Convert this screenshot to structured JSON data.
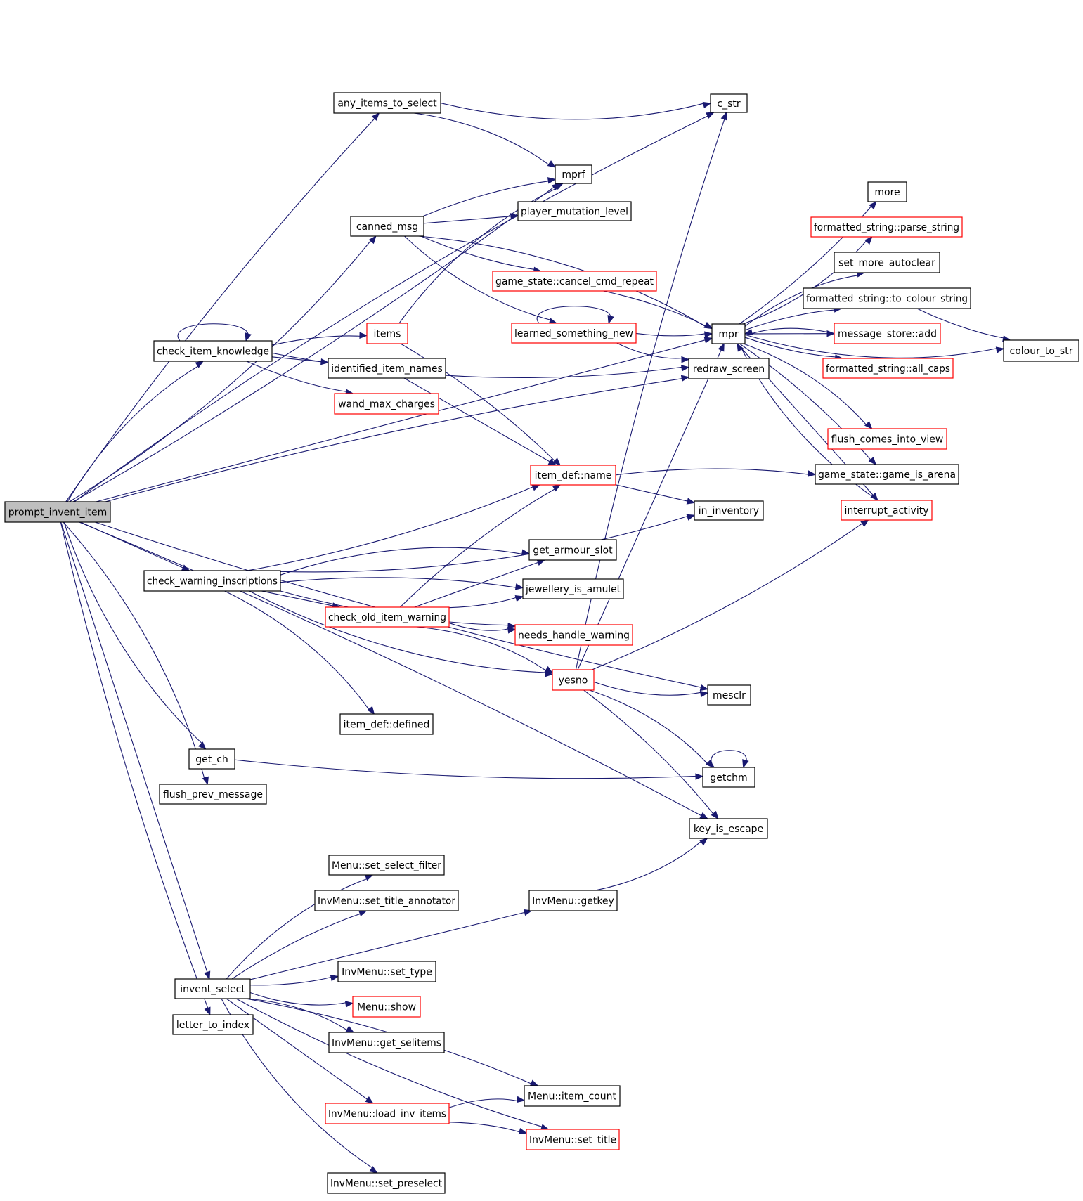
{
  "colors": {
    "edge": "#191970",
    "node_border": "#000000",
    "node_border_truncated": "#ff0000",
    "root_fill": "#bfbfbf",
    "node_fill": "#ffffff"
  },
  "nodes": [
    {
      "id": "prompt_invent_item",
      "label": "prompt_invent_item",
      "style": "root"
    },
    {
      "id": "any_items_to_select",
      "label": "any_items_to_select",
      "style": "normal"
    },
    {
      "id": "c_str",
      "label": "c_str",
      "style": "normal"
    },
    {
      "id": "mprf",
      "label": "mprf",
      "style": "normal"
    },
    {
      "id": "canned_msg",
      "label": "canned_msg",
      "style": "normal"
    },
    {
      "id": "player_mutation_level",
      "label": "player_mutation_level",
      "style": "normal"
    },
    {
      "id": "cancel_cmd_repeat",
      "label": "game_state::cancel_cmd_repeat",
      "style": "truncated"
    },
    {
      "id": "learned_something_new",
      "label": "learned_something_new",
      "style": "truncated"
    },
    {
      "id": "mpr",
      "label": "mpr",
      "style": "normal"
    },
    {
      "id": "redraw_screen",
      "label": "redraw_screen",
      "style": "normal"
    },
    {
      "id": "check_item_knowledge",
      "label": "check_item_knowledge",
      "style": "normal"
    },
    {
      "id": "items",
      "label": "items",
      "style": "truncated"
    },
    {
      "id": "identified_item_names",
      "label": "identified_item_names",
      "style": "normal"
    },
    {
      "id": "wand_max_charges",
      "label": "wand_max_charges",
      "style": "truncated"
    },
    {
      "id": "more",
      "label": "more",
      "style": "normal"
    },
    {
      "id": "parse_string",
      "label": "formatted_string::parse_string",
      "style": "truncated"
    },
    {
      "id": "set_more_autoclear",
      "label": "set_more_autoclear",
      "style": "normal"
    },
    {
      "id": "to_colour_string",
      "label": "formatted_string::to_colour_string",
      "style": "normal"
    },
    {
      "id": "message_store_add",
      "label": "message_store::add",
      "style": "truncated"
    },
    {
      "id": "all_caps",
      "label": "formatted_string::all_caps",
      "style": "truncated"
    },
    {
      "id": "colour_to_str",
      "label": "colour_to_str",
      "style": "normal"
    },
    {
      "id": "flush_comes_into_view",
      "label": "flush_comes_into_view",
      "style": "truncated"
    },
    {
      "id": "game_is_arena",
      "label": "game_state::game_is_arena",
      "style": "normal"
    },
    {
      "id": "interrupt_activity",
      "label": "interrupt_activity",
      "style": "truncated"
    },
    {
      "id": "item_def_name",
      "label": "item_def::name",
      "style": "truncated"
    },
    {
      "id": "in_inventory",
      "label": "in_inventory",
      "style": "normal"
    },
    {
      "id": "get_armour_slot",
      "label": "get_armour_slot",
      "style": "normal"
    },
    {
      "id": "check_warning_inscriptions",
      "label": "check_warning_inscriptions",
      "style": "normal"
    },
    {
      "id": "jewellery_is_amulet",
      "label": "jewellery_is_amulet",
      "style": "normal"
    },
    {
      "id": "check_old_item_warning",
      "label": "check_old_item_warning",
      "style": "truncated"
    },
    {
      "id": "needs_handle_warning",
      "label": "needs_handle_warning",
      "style": "truncated"
    },
    {
      "id": "yesno",
      "label": "yesno",
      "style": "truncated"
    },
    {
      "id": "mesclr",
      "label": "mesclr",
      "style": "normal"
    },
    {
      "id": "item_def_defined",
      "label": "item_def::defined",
      "style": "normal"
    },
    {
      "id": "get_ch",
      "label": "get_ch",
      "style": "normal"
    },
    {
      "id": "getchm",
      "label": "getchm",
      "style": "normal"
    },
    {
      "id": "flush_prev_message",
      "label": "flush_prev_message",
      "style": "normal"
    },
    {
      "id": "key_is_escape",
      "label": "key_is_escape",
      "style": "normal"
    },
    {
      "id": "set_select_filter",
      "label": "Menu::set_select_filter",
      "style": "normal"
    },
    {
      "id": "set_title_annotator",
      "label": "InvMenu::set_title_annotator",
      "style": "normal"
    },
    {
      "id": "invmenu_getkey",
      "label": "InvMenu::getkey",
      "style": "normal"
    },
    {
      "id": "set_type",
      "label": "InvMenu::set_type",
      "style": "normal"
    },
    {
      "id": "invent_select",
      "label": "invent_select",
      "style": "normal"
    },
    {
      "id": "menu_show",
      "label": "Menu::show",
      "style": "truncated"
    },
    {
      "id": "letter_to_index",
      "label": "letter_to_index",
      "style": "normal"
    },
    {
      "id": "get_selitems",
      "label": "InvMenu::get_selitems",
      "style": "normal"
    },
    {
      "id": "item_count",
      "label": "Menu::item_count",
      "style": "normal"
    },
    {
      "id": "load_inv_items",
      "label": "InvMenu::load_inv_items",
      "style": "truncated"
    },
    {
      "id": "set_title",
      "label": "InvMenu::set_title",
      "style": "truncated"
    },
    {
      "id": "set_preselect",
      "label": "InvMenu::set_preselect",
      "style": "normal"
    }
  ],
  "edges": [
    [
      "prompt_invent_item",
      "c_str"
    ],
    [
      "prompt_invent_item",
      "any_items_to_select"
    ],
    [
      "prompt_invent_item",
      "mpr"
    ],
    [
      "prompt_invent_item",
      "mprf"
    ],
    [
      "prompt_invent_item",
      "canned_msg"
    ],
    [
      "prompt_invent_item",
      "check_item_knowledge"
    ],
    [
      "prompt_invent_item",
      "redraw_screen"
    ],
    [
      "prompt_invent_item",
      "check_warning_inscriptions"
    ],
    [
      "prompt_invent_item",
      "mesclr"
    ],
    [
      "prompt_invent_item",
      "get_ch"
    ],
    [
      "prompt_invent_item",
      "flush_prev_message"
    ],
    [
      "prompt_invent_item",
      "key_is_escape"
    ],
    [
      "prompt_invent_item",
      "invent_select"
    ],
    [
      "prompt_invent_item",
      "letter_to_index"
    ],
    [
      "any_items_to_select",
      "c_str"
    ],
    [
      "any_items_to_select",
      "mprf"
    ],
    [
      "canned_msg",
      "mprf"
    ],
    [
      "canned_msg",
      "player_mutation_level"
    ],
    [
      "canned_msg",
      "cancel_cmd_repeat"
    ],
    [
      "canned_msg",
      "learned_something_new"
    ],
    [
      "canned_msg",
      "mpr"
    ],
    [
      "cancel_cmd_repeat",
      "mpr"
    ],
    [
      "learned_something_new",
      "learned_something_new"
    ],
    [
      "learned_something_new",
      "mpr"
    ],
    [
      "learned_something_new",
      "redraw_screen"
    ],
    [
      "check_item_knowledge",
      "check_item_knowledge"
    ],
    [
      "check_item_knowledge",
      "items"
    ],
    [
      "check_item_knowledge",
      "identified_item_names"
    ],
    [
      "check_item_knowledge",
      "wand_max_charges"
    ],
    [
      "check_item_knowledge",
      "redraw_screen"
    ],
    [
      "items",
      "mprf"
    ],
    [
      "items",
      "item_def_name"
    ],
    [
      "identified_item_names",
      "item_def_name"
    ],
    [
      "mpr",
      "more"
    ],
    [
      "mpr",
      "parse_string"
    ],
    [
      "mpr",
      "set_more_autoclear"
    ],
    [
      "mpr",
      "to_colour_string"
    ],
    [
      "mpr",
      "message_store_add"
    ],
    [
      "mpr",
      "all_caps"
    ],
    [
      "mpr",
      "colour_to_str"
    ],
    [
      "mpr",
      "flush_comes_into_view"
    ],
    [
      "mpr",
      "game_is_arena"
    ],
    [
      "mpr",
      "interrupt_activity"
    ],
    [
      "to_colour_string",
      "colour_to_str"
    ],
    [
      "message_store_add",
      "mpr"
    ],
    [
      "interrupt_activity",
      "mpr"
    ],
    [
      "item_def_name",
      "game_is_arena"
    ],
    [
      "item_def_name",
      "in_inventory"
    ],
    [
      "check_warning_inscriptions",
      "item_def_name"
    ],
    [
      "check_warning_inscriptions",
      "in_inventory"
    ],
    [
      "check_warning_inscriptions",
      "get_armour_slot"
    ],
    [
      "check_warning_inscriptions",
      "jewellery_is_amulet"
    ],
    [
      "check_warning_inscriptions",
      "check_old_item_warning"
    ],
    [
      "check_warning_inscriptions",
      "needs_handle_warning"
    ],
    [
      "check_warning_inscriptions",
      "yesno"
    ],
    [
      "check_warning_inscriptions",
      "item_def_defined"
    ],
    [
      "check_old_item_warning",
      "item_def_name"
    ],
    [
      "check_old_item_warning",
      "get_armour_slot"
    ],
    [
      "check_old_item_warning",
      "jewellery_is_amulet"
    ],
    [
      "check_old_item_warning",
      "needs_handle_warning"
    ],
    [
      "check_old_item_warning",
      "yesno"
    ],
    [
      "yesno",
      "c_str"
    ],
    [
      "yesno",
      "mpr"
    ],
    [
      "yesno",
      "interrupt_activity"
    ],
    [
      "yesno",
      "mesclr"
    ],
    [
      "yesno",
      "getchm"
    ],
    [
      "yesno",
      "key_is_escape"
    ],
    [
      "getchm",
      "getchm"
    ],
    [
      "get_ch",
      "getchm"
    ],
    [
      "invmenu_getkey",
      "key_is_escape"
    ],
    [
      "invent_select",
      "set_select_filter"
    ],
    [
      "invent_select",
      "set_title_annotator"
    ],
    [
      "invent_select",
      "invmenu_getkey"
    ],
    [
      "invent_select",
      "set_type"
    ],
    [
      "invent_select",
      "menu_show"
    ],
    [
      "invent_select",
      "get_selitems"
    ],
    [
      "invent_select",
      "item_count"
    ],
    [
      "invent_select",
      "load_inv_items"
    ],
    [
      "invent_select",
      "set_title"
    ],
    [
      "invent_select",
      "set_preselect"
    ],
    [
      "load_inv_items",
      "item_count"
    ],
    [
      "load_inv_items",
      "set_title"
    ]
  ]
}
